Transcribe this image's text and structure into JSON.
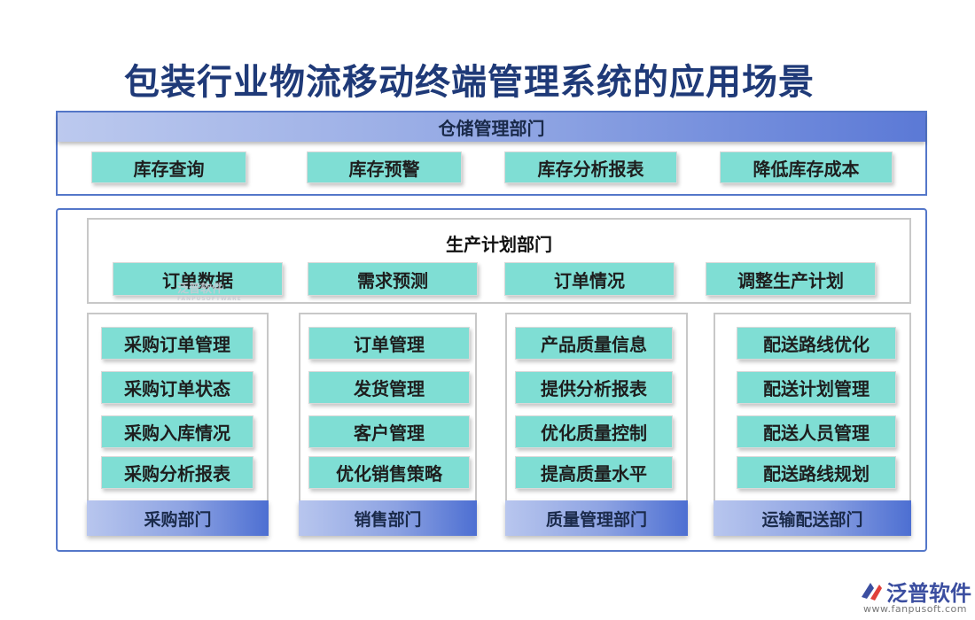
{
  "title": "包装行业物流移动终端管理系统的应用场景",
  "warehouse": {
    "header": "仓储管理部门",
    "items": [
      "库存查询",
      "库存预警",
      "库存分析报表",
      "降低库存成本"
    ]
  },
  "production": {
    "header": "生产计划部门",
    "items": [
      "订单数据",
      "需求预测",
      "订单情况",
      "调整生产计划"
    ]
  },
  "departments": [
    {
      "label": "采购部门",
      "items": [
        "采购订单管理",
        "采购订单状态",
        "采购入库情况",
        "采购分析报表"
      ]
    },
    {
      "label": "销售部门",
      "items": [
        "订单管理",
        "发货管理",
        "客户管理",
        "优化销售策略"
      ]
    },
    {
      "label": "质量管理部门",
      "items": [
        "产品质量信息",
        "提供分析报表",
        "优化质量控制",
        "提高质量水平"
      ]
    },
    {
      "label": "运输配送部门",
      "items": [
        "配送路线优化",
        "配送计划管理",
        "配送人员管理",
        "配送路线规划"
      ]
    }
  ],
  "watermark": {
    "text": "泛普软件",
    "sub": "FANPUSOFTWARE"
  },
  "logo": {
    "name": "泛普软件",
    "url": "www.fanpusoft.com"
  },
  "colors": {
    "chip": "#7fded4",
    "border": "#5477c9",
    "title": "#1f3a78"
  }
}
